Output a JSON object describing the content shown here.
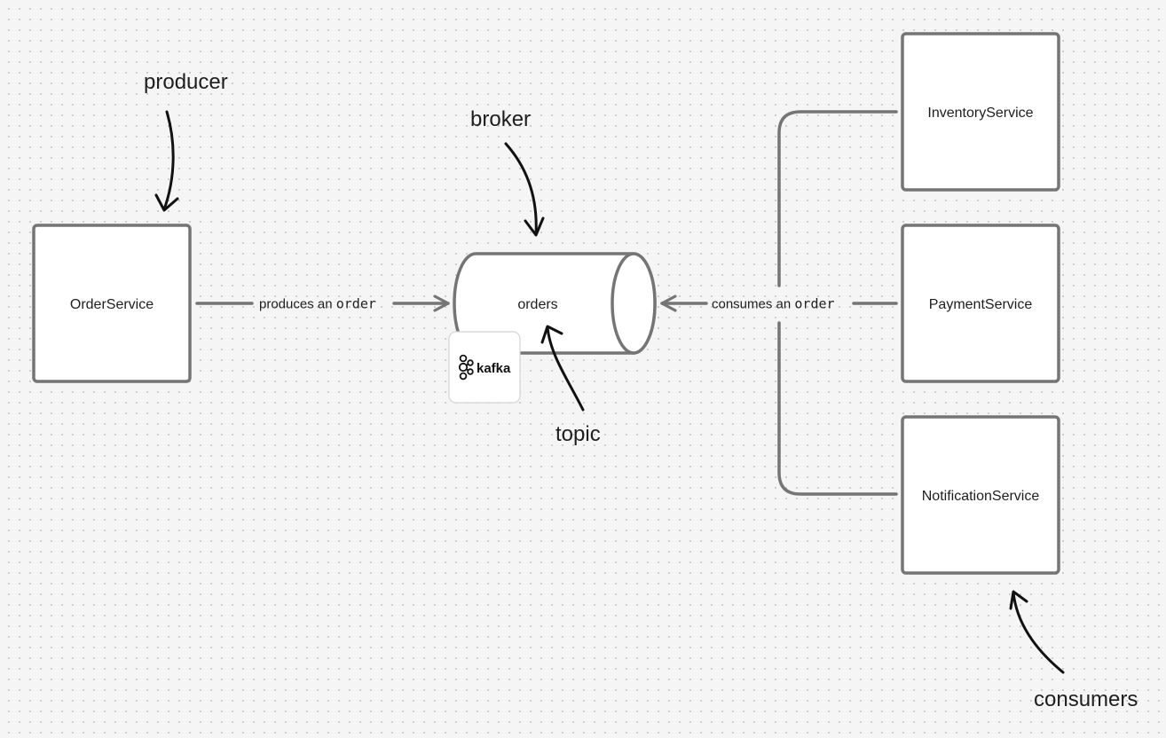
{
  "diagram": {
    "producer_node": {
      "label": "OrderService"
    },
    "topic_node": {
      "label": "orders"
    },
    "consumer_nodes": [
      {
        "label": "InventoryService"
      },
      {
        "label": "PaymentService"
      },
      {
        "label": "NotificationService"
      }
    ],
    "produce_edge": {
      "text": "produces an ",
      "code": "order"
    },
    "consume_edge": {
      "text": "consumes an ",
      "code": "order"
    },
    "annotations": {
      "producer": "producer",
      "broker": "broker",
      "topic": "topic",
      "consumers": "consumers"
    },
    "logo": {
      "text": "kafka",
      "icon": "kafka-logo-icon"
    }
  },
  "colors": {
    "background": "#f5f5f5",
    "node_stroke": "#757575",
    "node_fill": "#ffffff",
    "ink": "#111111"
  }
}
